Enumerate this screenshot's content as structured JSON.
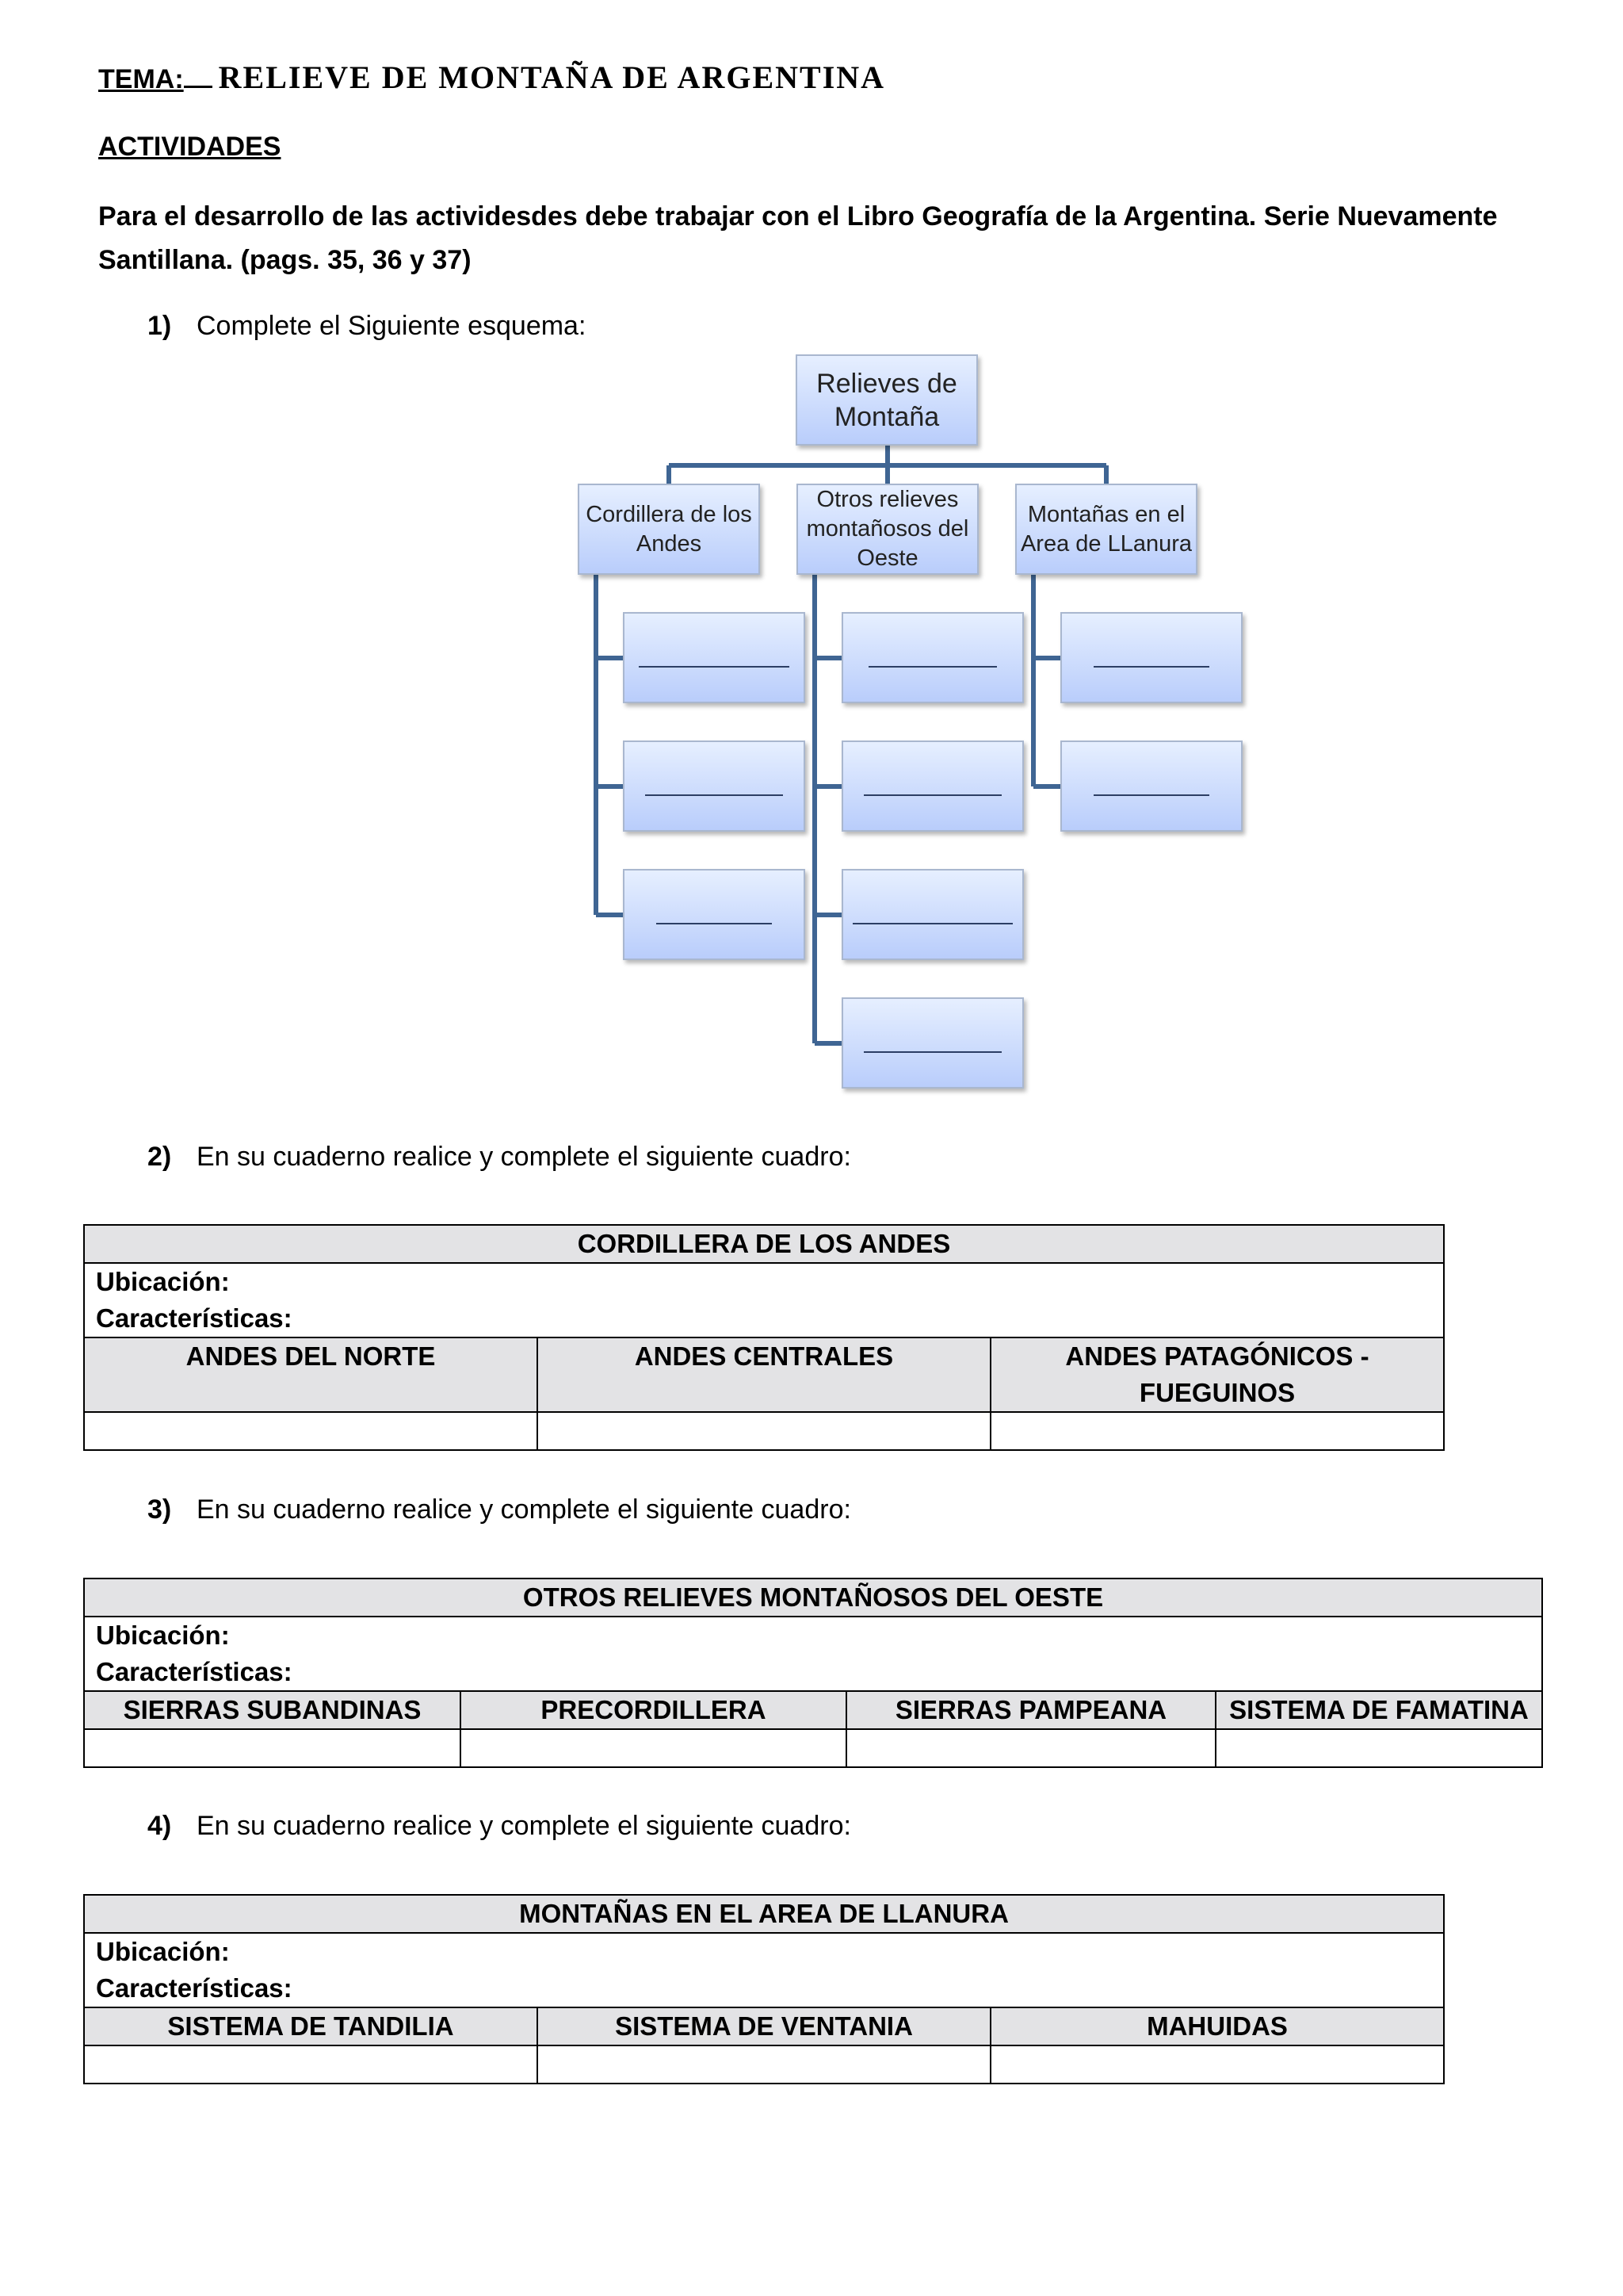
{
  "header": {
    "tema_label": "TEMA:",
    "title": "RELIEVE DE MONTAÑA DE ARGENTINA",
    "actividades": "ACTIVIDADES",
    "intro": "Para el desarrollo de las actividesdes debe trabajar con el Libro Geografía de la Argentina. Serie Nuevamente Santillana. (pags. 35, 36 y 37)"
  },
  "q1": {
    "num": "1)",
    "text": "Complete el Siguiente esquema:"
  },
  "diagram": {
    "root": "Relieves de Montaña",
    "branches": [
      {
        "label": "Cordillera de los Andes",
        "blanks": 3
      },
      {
        "label": "Otros relieves montañosos del Oeste",
        "blanks": 4
      },
      {
        "label": "Montañas en el Area de LLanura",
        "blanks": 2
      }
    ],
    "line_color": "#3f6593"
  },
  "q2": {
    "num": "2)",
    "text": "En su cuaderno realice y complete el siguiente cuadro:"
  },
  "table1": {
    "title": "CORDILLERA DE LOS ANDES",
    "ubicacion": "Ubicación:",
    "caracteristicas": "Características:",
    "columns": [
      "ANDES DEL NORTE",
      "ANDES CENTRALES",
      "ANDES PATAGÓNICOS - FUEGUINOS"
    ]
  },
  "q3": {
    "num": "3)",
    "text": "En su cuaderno realice y complete el siguiente cuadro:"
  },
  "table2": {
    "title": "OTROS RELIEVES MONTAÑOSOS DEL OESTE",
    "ubicacion": "Ubicación:",
    "caracteristicas": "Características:",
    "columns": [
      "SIERRAS SUBANDINAS",
      "PRECORDILLERA",
      "SIERRAS PAMPEANA",
      "SISTEMA DE FAMATINA"
    ]
  },
  "q4": {
    "num": "4)",
    "text": "En su cuaderno realice y complete el siguiente cuadro:"
  },
  "table3": {
    "title": "MONTAÑAS EN EL AREA DE LLANURA",
    "ubicacion": "Ubicación:",
    "caracteristicas": "Características:",
    "columns": [
      "SISTEMA DE TANDILIA",
      "SISTEMA DE VENTANIA",
      "MAHUIDAS"
    ]
  }
}
